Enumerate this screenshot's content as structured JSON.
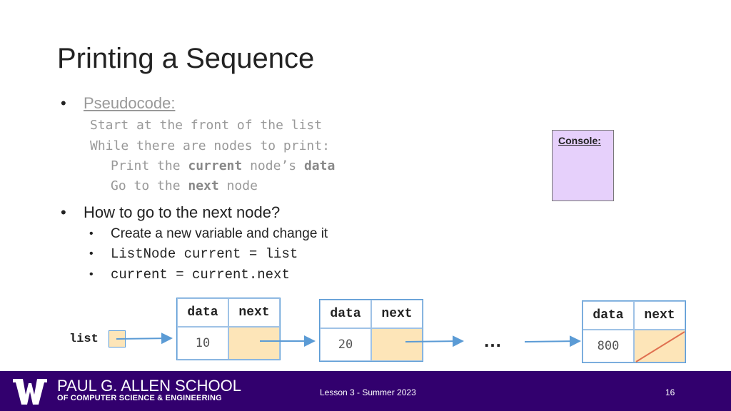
{
  "slide": {
    "title": "Printing a Sequence",
    "bullet1": "Pseudocode:",
    "code": [
      "Start at the front of the list",
      "While there are nodes to print:",
      {
        "pre": "Print the ",
        "b1": "current",
        "mid": " node’s ",
        "b2": "data"
      },
      {
        "pre": "Go to the ",
        "b1": "next",
        "mid": " node"
      }
    ],
    "bullet2": "How to go to the next node?",
    "subs": [
      "Create a new variable and change it",
      "ListNode current = list",
      "current = current.next"
    ]
  },
  "console": {
    "label": "Console:"
  },
  "diagram": {
    "list_label": "list",
    "header_data": "data",
    "header_next": "next",
    "nodes": [
      {
        "value": "10"
      },
      {
        "value": "20"
      },
      {
        "value": "800",
        "null_next": true
      }
    ],
    "ellipsis": "…"
  },
  "footer": {
    "school": "PAUL G. ALLEN SCHOOL",
    "dept": "OF COMPUTER SCIENCE & ENGINEERING",
    "lesson": "Lesson 3 - Summer 2023",
    "page": "16"
  },
  "colors": {
    "footer_bg": "#32006e",
    "console_bg": "#e6d0fb",
    "pointer_bg": "#fde5b8",
    "arrow": "#5b9bd5",
    "null_slash": "#e07050"
  }
}
